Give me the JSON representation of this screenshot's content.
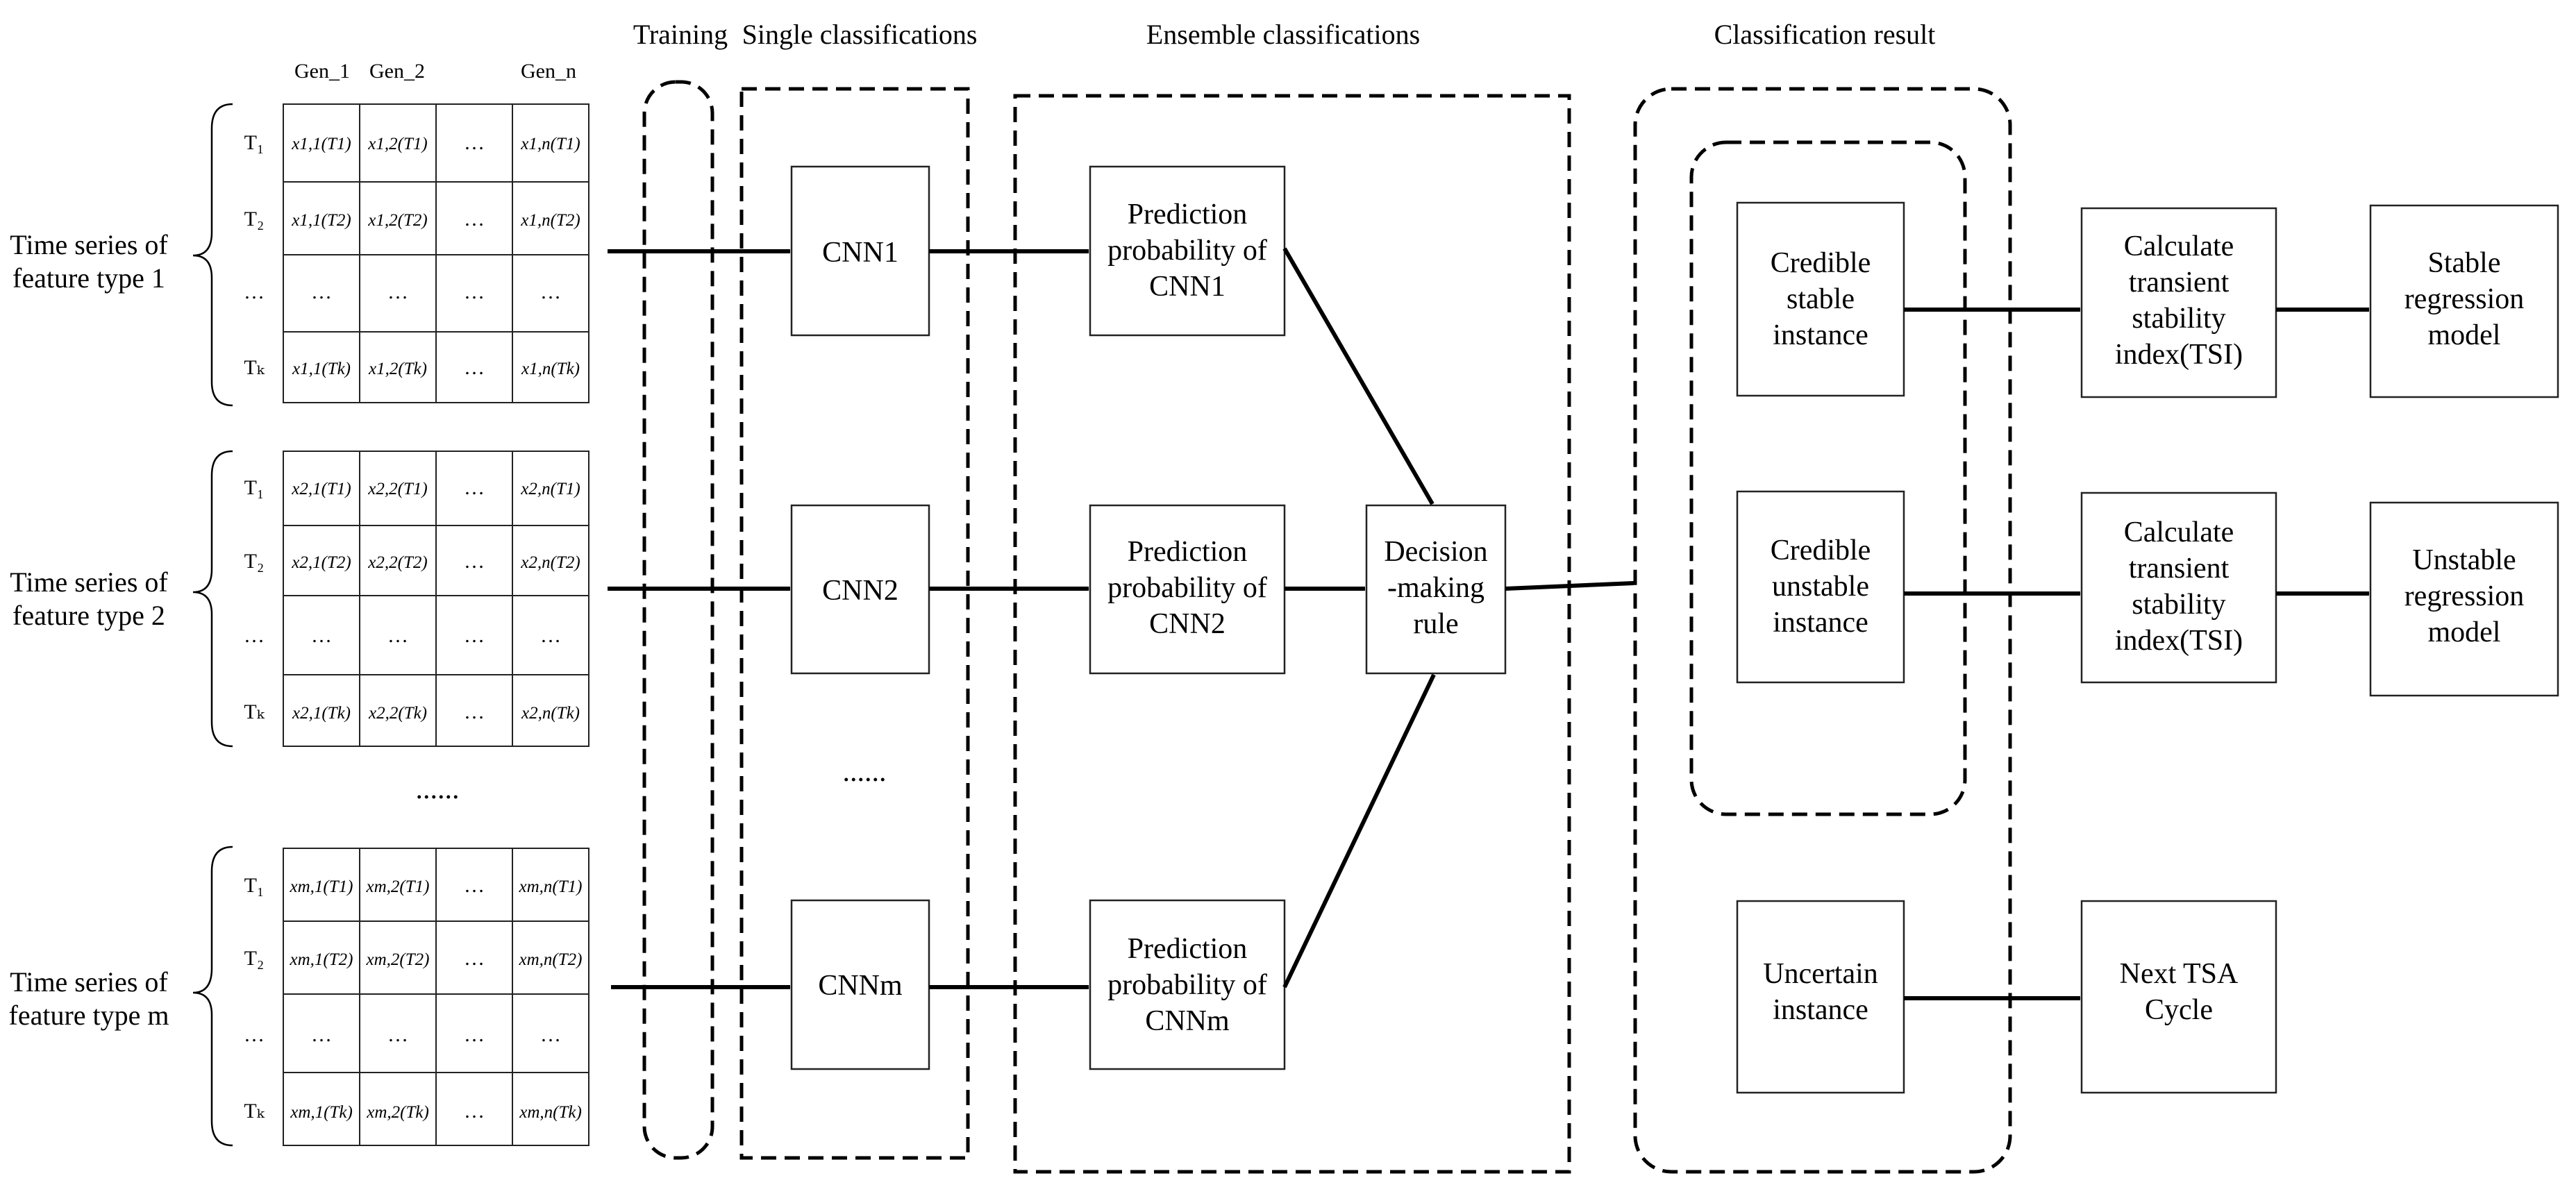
{
  "stages": {
    "training": "Training",
    "single": "Single classifications",
    "ensemble": "Ensemble classifications",
    "result": "Classification result"
  },
  "feature_groups": [
    {
      "label_line1": "Time series of",
      "label_line2": "feature type 1",
      "col_headers": [
        "Gen_1",
        "Gen_2",
        "Gen_n"
      ],
      "row_labels": [
        "T₁",
        "T₂",
        "…",
        "Tₖ"
      ],
      "cells": [
        [
          "x1,1(T1)",
          "x1,2(T1)",
          "…",
          "x1,n(T1)"
        ],
        [
          "x1,1(T2)",
          "x1,2(T2)",
          "…",
          "x1,n(T2)"
        ],
        [
          "…",
          "…",
          "…",
          "…"
        ],
        [
          "x1,1(Tk)",
          "x1,2(Tk)",
          "…",
          "x1,n(Tk)"
        ]
      ]
    },
    {
      "label_line1": "Time series of",
      "label_line2": "feature type 2",
      "row_labels": [
        "T₁",
        "T₂",
        "…",
        "Tₖ"
      ],
      "cells": [
        [
          "x2,1(T1)",
          "x2,2(T1)",
          "…",
          "x2,n(T1)"
        ],
        [
          "x2,1(T2)",
          "x2,2(T2)",
          "…",
          "x2,n(T2)"
        ],
        [
          "…",
          "…",
          "…",
          "…"
        ],
        [
          "x2,1(Tk)",
          "x2,2(Tk)",
          "…",
          "x2,n(Tk)"
        ]
      ]
    },
    {
      "label_line1": "Time series of",
      "label_line2": "feature type m",
      "row_labels": [
        "T₁",
        "T₂",
        "…",
        "Tₖ"
      ],
      "cells": [
        [
          "xm,1(T1)",
          "xm,2(T1)",
          "…",
          "xm,n(T1)"
        ],
        [
          "xm,1(T2)",
          "xm,2(T2)",
          "…",
          "xm,n(T2)"
        ],
        [
          "…",
          "…",
          "…",
          "…"
        ],
        [
          "xm,1(Tk)",
          "xm,2(Tk)",
          "…",
          "xm,n(Tk)"
        ]
      ]
    }
  ],
  "ellipsis_groups": "......",
  "ellipsis_cnn": "......",
  "cnn": [
    "CNN1",
    "CNN2",
    "CNNm"
  ],
  "prediction": [
    [
      "Prediction",
      "probability of",
      "CNN1"
    ],
    [
      "Prediction",
      "probability of",
      "CNN2"
    ],
    [
      "Prediction",
      "probability of",
      "CNNm"
    ]
  ],
  "decision": [
    "Decision",
    "-making",
    "rule"
  ],
  "instances": [
    [
      "Credible",
      "stable",
      "instance"
    ],
    [
      "Credible",
      "unstable",
      "instance"
    ],
    [
      "Uncertain",
      "instance"
    ]
  ],
  "calc": [
    [
      "Calculate",
      "transient",
      "stability",
      "index(TSI)"
    ],
    [
      "Calculate",
      "transient",
      "stability",
      "index(TSI)"
    ],
    [
      "Next TSA",
      "Cycle"
    ]
  ],
  "models": [
    [
      "Stable",
      "regression",
      "model"
    ],
    [
      "Unstable",
      "regression",
      "model"
    ]
  ]
}
